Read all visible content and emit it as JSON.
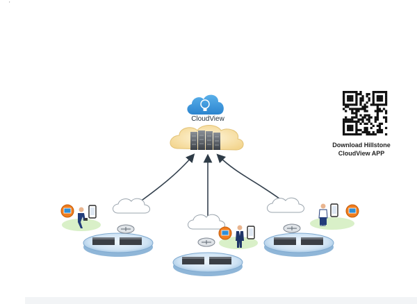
{
  "cloudview": {
    "label": "CloudView",
    "icon": "lightbulb-cloud-icon",
    "accent": "#2f8fd8"
  },
  "qr": {
    "icon": "qr-code-icon",
    "caption_line1": "Download Hillstone",
    "caption_line2": "CloudView APP"
  },
  "sites": [
    {
      "name": "site-left",
      "icons": [
        "monitor-badge-icon",
        "walking-user-icon",
        "smartphone-icon"
      ]
    },
    {
      "name": "site-center",
      "icons": [
        "monitor-badge-icon",
        "business-user-icon",
        "smartphone-icon"
      ]
    },
    {
      "name": "site-right",
      "icons": [
        "business-user-icon",
        "smartphone-icon",
        "monitor-badge-icon"
      ]
    }
  ],
  "colors": {
    "platform": "#cfe3f4",
    "platform_edge": "#7fa9cf",
    "data_cloud": "#f6dfa8",
    "badge": "#f07d1e",
    "green_halo": "#d9f0c8"
  }
}
